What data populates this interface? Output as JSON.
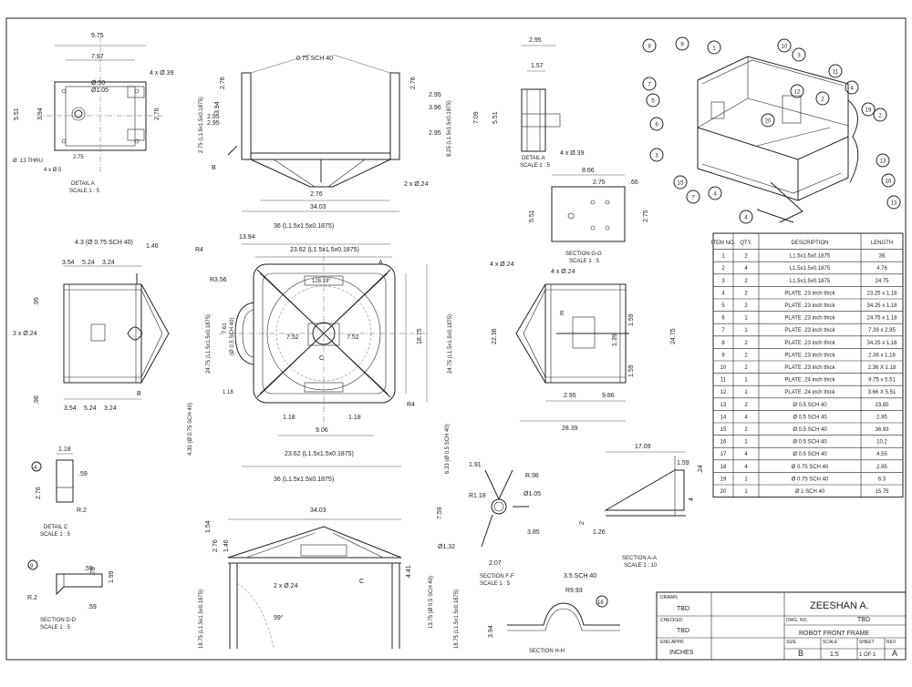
{
  "views": {
    "top_left": {
      "width_top": "9.75",
      "width_inner": "7.97",
      "hole1": "Ø.50",
      "hole2": "Ø1.05",
      "holes_side": "4 x Ø.39",
      "height_side": "5.51",
      "height_inner": "3.94",
      "height_right": "2.76",
      "hole_left": "Ø .13 THRU",
      "holes_bottom": "4 x Ø.5",
      "dim_bottom": "2.75",
      "detail_title": "DETAIL A",
      "detail_scale": "SCALE 1 : 5"
    },
    "front": {
      "pipe": "0.75 SCH 40",
      "h1": "2.76",
      "h2": "2.95",
      "h3": "3.94",
      "h4": "2.95",
      "h5": "2.76",
      "r1": "2.95",
      "r2": "3.96",
      "r3": "2.95",
      "angle_left": "2.75 (L1.5x1.5x0.1875)",
      "angle_right": "8.25 (L1.5x1.5x0.1875)",
      "section_mark": "B",
      "holes": "2 x Ø.24",
      "dim_2_76": "2.76",
      "dim_34_03": "34.03",
      "dim_36": "36 (L1.5x1.5x0.1875)"
    },
    "detail_a_side": {
      "w1": "2.95",
      "w2": "1.57",
      "h": "7.09",
      "h2": "5.51",
      "holes": "4 x Ø.39",
      "title": "DETAIL A",
      "scale": "SCALE 1 : 5"
    },
    "section_gg": {
      "w": "8.66",
      "w1": "2.75",
      "w2": ".66",
      "h": "5.51",
      "h2": "2.75",
      "title": "SECTION G-G",
      "scale": "SCALE 1 : 5"
    },
    "left_view": {
      "pipe": "4.3 (Ø 0.75 SCH 40)",
      "d1": "3.54",
      "d2": "5.24",
      "d3": "3.24",
      "d_side": "1.46",
      "h_right": ".95",
      "holes": "3 x Ø.24",
      "d_bottom1": "3.54",
      "d_bottom2": "5.24",
      "d_bottom3": "3.24",
      "d_bl": ".98",
      "mark": "B"
    },
    "top_view": {
      "d_top": "13.94",
      "d_top2": "23.62 (L1.5x1.5x0.1875)",
      "r4": "R4",
      "r356": "R3.56",
      "mark_a": "A",
      "d_inner": "128.19°",
      "d_mid1": "7.52",
      "d_mid2": "7.52",
      "d_ctr": "C",
      "d_v1": "7.61",
      "d_v2": "(Ø 0.5 SCH 40)",
      "d_vl": "24.75 (L1.5x1.5x0.1875)",
      "d_vr": "24.75 (L1.5x1.5x0.1875)",
      "d_vr2": "18.75",
      "d_bl1": "1.18",
      "d_bl2": "1.18",
      "d_b1": "9.06",
      "d_b2": "23.62 (L1.5x1.5x0.1875)",
      "d_b3": "36 (L1.5x1.5x0.1875)",
      "d_r4b": "R4",
      "d_side_l": "4.30 (Ø 0.75 SCH 40)",
      "d_side_r": "6.33 (Ø 0.5 SCH 40)",
      "d_corner": "1.18"
    },
    "right_view": {
      "holes1": "4 x Ø.24",
      "holes2": "4 x Ø.24",
      "h1": "22.36",
      "h2": "24.75",
      "v1": "1.59",
      "v2": "1.39",
      "v3": "1.59",
      "b1": "2.95",
      "b2": "9.86",
      "b3": "28.39",
      "mark_e": "E"
    },
    "detail_c": {
      "d1": "1.18",
      "d2": ".59",
      "d3": "2.76",
      "d4": "R.2",
      "balloon": "4",
      "title": "DETAIL C",
      "scale": "SCALE 1 : 5"
    },
    "section_dd": {
      "balloon": "9",
      "d1": ".59",
      "d2": ".78",
      "d3": "1.99",
      "d4": "R.2",
      "d5": ".59",
      "title": "SECTION D-D",
      "scale": "SCALE 1 : 5"
    },
    "bottom_view": {
      "w": "34.03",
      "l1": "1.54",
      "l2": "2.76",
      "l3": "1.46",
      "holes": "2 x Ø.24",
      "mark_c": "C",
      "angle": "99°",
      "h_left": "18.75 (L1.5x1.5x0.1875)",
      "h_right": "18.75 (L1.5x1.5x0.1875)",
      "h_mid": "13.75 (Ø 0.5 SCH 40)",
      "h_mid2": "4.41"
    },
    "section_ff": {
      "d1": "1.91",
      "d2": "R.98",
      "d3": "R1.18",
      "d4": "Ø1.05",
      "d5": "7.59",
      "d6": "3.85",
      "d7": "Ø1.32",
      "d8": "2.07",
      "title": "SECTION F-F",
      "scale": "SCALE 1 : 5"
    },
    "section_hh": {
      "pipe": "3.5 SCH 40",
      "r": "R9.93",
      "balloon": "16",
      "h": "3.94",
      "title": "SECTION H-H"
    },
    "section_aa": {
      "w": "17.09",
      "d1": "1.59",
      "d2": ".24",
      "d3": "4",
      "d4": "1.26",
      "d5": "2",
      "title": "SECTION A-A",
      "scale": "SCALE 1 : 10"
    }
  },
  "iso_balloons": [
    "8",
    "9",
    "1",
    "10",
    "3",
    "11",
    "4",
    "19",
    "12",
    "2",
    "13",
    "7",
    "5",
    "20",
    "6",
    "3",
    "15",
    "7",
    "4",
    "16",
    "4",
    "13",
    "2"
  ],
  "bom": {
    "headers": [
      "ITEM NO.",
      "QTY.",
      "DESCRIPTION",
      "LENGTH"
    ],
    "rows": [
      [
        "1",
        "2",
        "L1.5x1.5x0.1875",
        "36"
      ],
      [
        "2",
        "4",
        "L1.5x1.5x0.1875",
        "4.76"
      ],
      [
        "3",
        "2",
        "L1.5x1.5x0.1875",
        "24.75"
      ],
      [
        "4",
        "2",
        "PLATE .23 inch thick",
        "23.25 x 1.18"
      ],
      [
        "5",
        "2",
        "PLATE .23 inch thick",
        "34.25 x 1.18"
      ],
      [
        "6",
        "1",
        "PLATE .23 inch thick",
        "24.75 x 1.18"
      ],
      [
        "7",
        "1",
        "PLATE .23 inch thick",
        "7.39 x 2.95"
      ],
      [
        "8",
        "2",
        "PLATE .23 inch thick",
        "34.25 x 1.18"
      ],
      [
        "9",
        "2",
        "PLATE .23 inch thick",
        "2.36 x 1.18"
      ],
      [
        "10",
        "2",
        "PLATE .23 inch thick",
        "2.36 X 1.18"
      ],
      [
        "11",
        "1",
        "PLATE .24 inch thick",
        "9.75 x 5.51"
      ],
      [
        "12",
        "1",
        "PLATE .24 inch thick",
        "3.66 X 5.51"
      ],
      [
        "13",
        "2",
        "Ø 0.5 SCH 40",
        "23.85"
      ],
      [
        "14",
        "4",
        "Ø 0.5 SCH 40",
        "2.95"
      ],
      [
        "15",
        "2",
        "Ø 0.5 SCH 40",
        "36.93"
      ],
      [
        "16",
        "1",
        "Ø 0.5 SCH 40",
        "10.2"
      ],
      [
        "17",
        "4",
        "Ø 0.5 SCH 40",
        "4.55"
      ],
      [
        "18",
        "4",
        "Ø 0.75 SCH 40",
        "2.95"
      ],
      [
        "19",
        "1",
        "Ø 0.75 SCH 40",
        "6.3"
      ],
      [
        "20",
        "1",
        "Ø 1 SCH 40",
        "15.75"
      ]
    ]
  },
  "title_block": {
    "drawn_label": "DRAWN",
    "drawn_value": "TBD",
    "checked_label": "CHECKED",
    "checked_value": "TBD",
    "eng_label": "ENG APPR.",
    "eng_value": "INCHES",
    "author": "ZEESHAN A.",
    "title": "ROBOT FRONT FRAME",
    "size_label": "SIZE",
    "size": "B",
    "scale_label": "SCALE",
    "scale": "1:5",
    "sheet_label": "SHEET",
    "sheet": "1 OF 1",
    "rev_label": "REV",
    "rev": "A",
    "dwg_label": "DWG. NO.",
    "dwg": "TBD"
  }
}
